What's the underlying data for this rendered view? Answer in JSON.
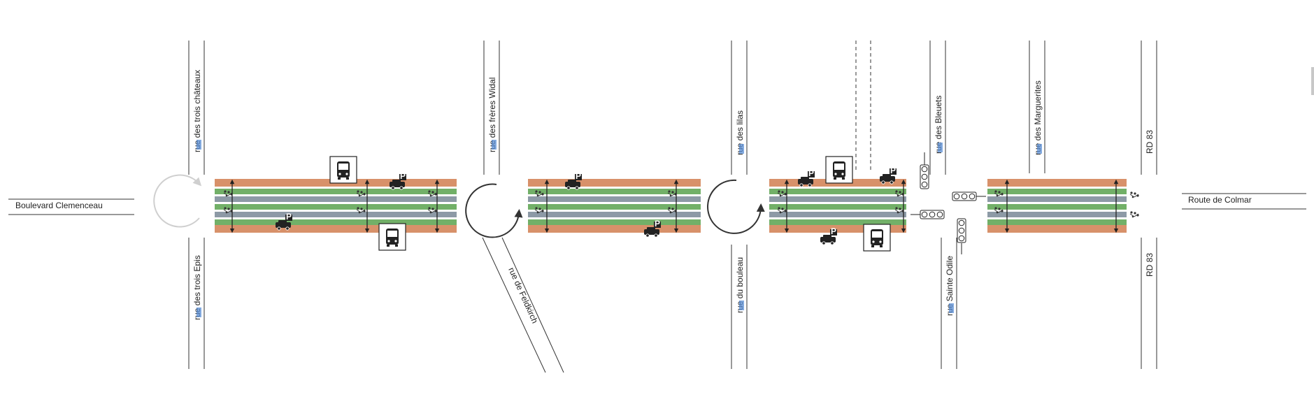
{
  "colors": {
    "sidewalk": "#d8916a",
    "green_strip": "#72b068",
    "roadway": "#8d9aa6",
    "street_line": "#333333",
    "roundabout_faded": "#cfcfcf",
    "roundabout": "#333333",
    "highlight": "#5b8fd6"
  },
  "roads": {
    "left_end": "Boulevard Clemenceau",
    "right_end": "Route de Colmar"
  },
  "streets": {
    "trois_chateaux": "rue des trois châteaux",
    "trois_epis": "rue des trois Epis",
    "freres_widal": "rue des frères Widal",
    "feldkirch": "rue de Feldkirch",
    "lilas": "rue des lilas",
    "bouleau": "rue du bouleau",
    "bleuets": "rue des Bleuets",
    "sainte_odile": "rue Sainte Odile",
    "marguerites": "rue des Marguerites",
    "rd83_north": "RD 83",
    "rd83_south": "RD 83"
  },
  "icons": {
    "bus": "bus-stop-icon",
    "parking": "parking-car-icon",
    "traffic_light": "traffic-light-icon",
    "tree": "tree-icon",
    "roundabout": "roundabout-icon",
    "crossing": "pedestrian-crossing-icon"
  }
}
